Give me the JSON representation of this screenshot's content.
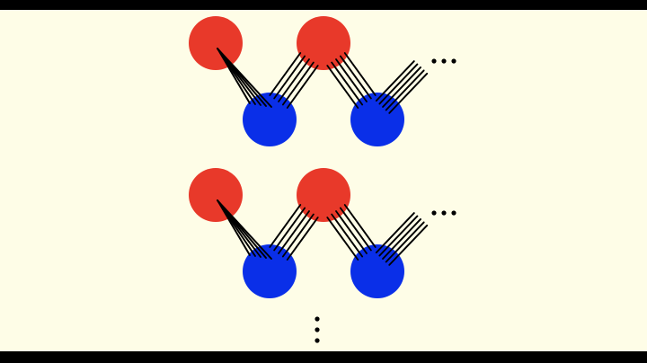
{
  "colors": {
    "letterbox": "#000000",
    "background": "#FEFDE7",
    "red_node": "#E8392A",
    "blue_node": "#0A2FE8",
    "edge": "#000000",
    "dots": "#000000"
  },
  "diagram": {
    "description_hidden": "",
    "chains": [
      {
        "id": "chain-1",
        "nodes": [
          {
            "color": "red",
            "layer": "top",
            "index": 0
          },
          {
            "color": "blue",
            "layer": "bottom",
            "index": 0
          },
          {
            "color": "red",
            "layer": "top",
            "index": 1
          },
          {
            "color": "blue",
            "layer": "bottom",
            "index": 1
          }
        ],
        "edges_per_link": 5,
        "continues": true
      },
      {
        "id": "chain-2",
        "nodes": [
          {
            "color": "red",
            "layer": "top",
            "index": 0
          },
          {
            "color": "blue",
            "layer": "bottom",
            "index": 0
          },
          {
            "color": "red",
            "layer": "top",
            "index": 1
          },
          {
            "color": "blue",
            "layer": "bottom",
            "index": 1
          }
        ],
        "edges_per_link": 5,
        "continues": true
      }
    ],
    "vertical_continuation": true
  }
}
